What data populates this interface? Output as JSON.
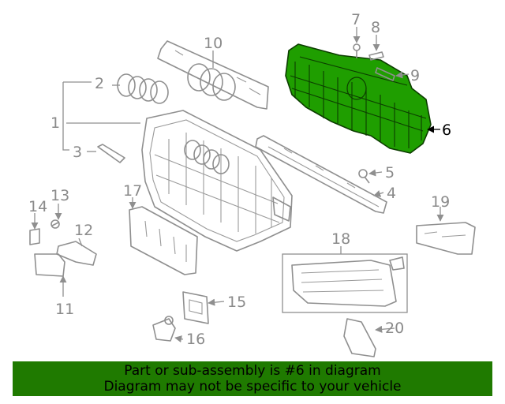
{
  "diagram": {
    "callouts": [
      "1",
      "2",
      "3",
      "4",
      "5",
      "6",
      "7",
      "8",
      "9",
      "10",
      "11",
      "12",
      "13",
      "14",
      "15",
      "16",
      "17",
      "18",
      "19",
      "20"
    ],
    "highlighted_part": "6",
    "highlight_color": "#1f9e00"
  },
  "banner": {
    "line1": "Part or sub-assembly is #6 in diagram",
    "line2": "Diagram may not be specific to your vehicle",
    "background": "#1f7a00"
  }
}
